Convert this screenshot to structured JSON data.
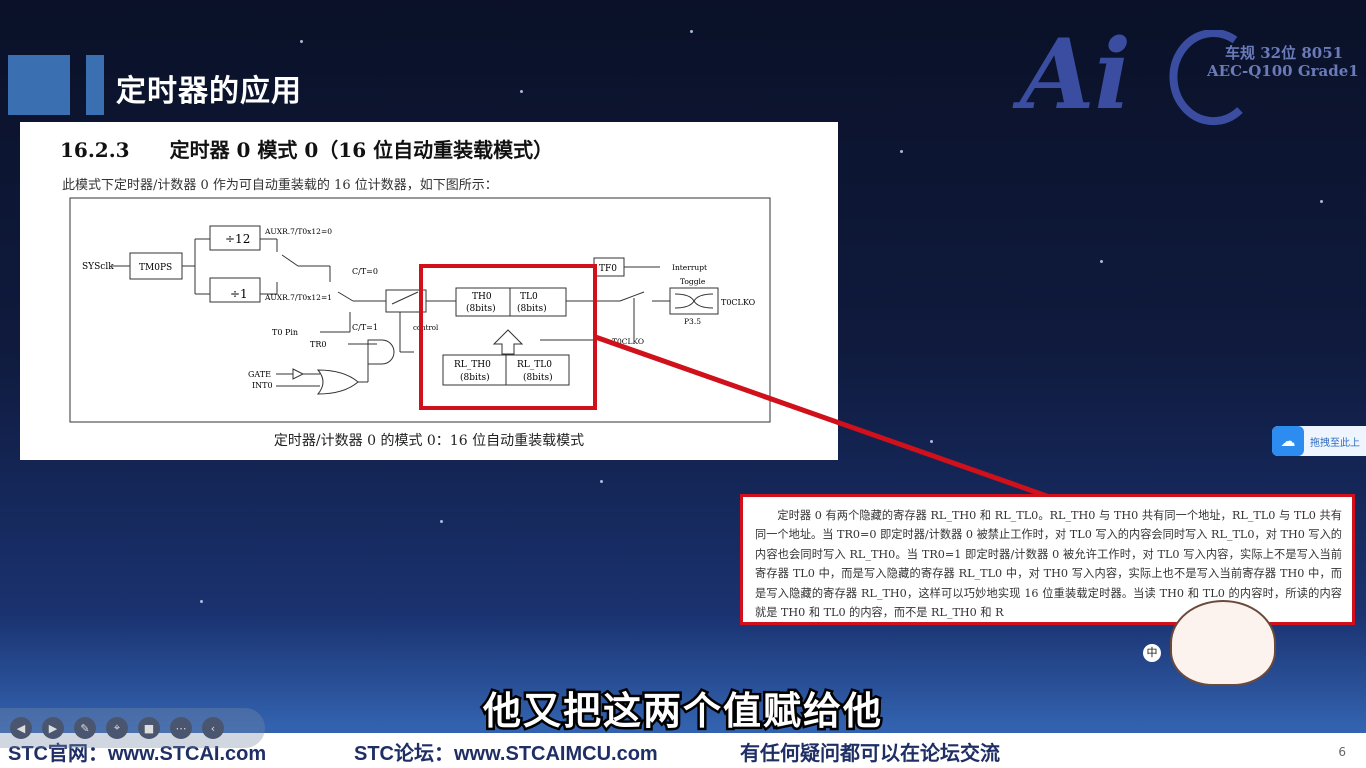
{
  "slide": {
    "title": "定时器的应用",
    "page": "6"
  },
  "logo": {
    "mark": "Ai",
    "line1": "车规 32位 8051",
    "line2": "AEC-Q100 Grade1"
  },
  "doc": {
    "heading": "16.2.3　　定时器 0 模式 0（16 位自动重装载模式）",
    "intro": "此模式下定时器/计数器 0 作为可自动重装载的 16 位计数器，如下图所示：",
    "caption": "定时器/计数器 0 的模式 0：16 位自动重装载模式",
    "diagram": {
      "sysclk": "SYSclk",
      "tm0ps": "TM0PS",
      "div12": "÷12",
      "div1": "÷1",
      "auxr0": "AUXR.7/T0x12=0",
      "auxr1": "AUXR.7/T0x12=1",
      "ct0": "C/T=0",
      "ct1": "C/T=1",
      "t0pin": "T0 Pin",
      "tr0": "TR0",
      "gate": "GATE",
      "int0": "INT0",
      "control": "control",
      "th0": "TH0",
      "tl0": "TL0",
      "bits": "(8bits)",
      "rlth0": "RL_TH0",
      "rltl0": "RL_TL0",
      "tf0": "TF0",
      "interrupt": "Interrupt",
      "toggle": "Toggle",
      "t0clko": "T0CLKO",
      "p35": "P3.5",
      "t0clko2": "T0CLKO"
    }
  },
  "popup": {
    "text": "定时器 0 有两个隐藏的寄存器 RL_TH0 和 RL_TL0。RL_TH0 与 TH0 共有同一个地址，RL_TL0 与 TL0 共有同一个地址。当 TR0=0 即定时器/计数器 0 被禁止工作时，对 TL0 写入的内容会同时写入 RL_TL0，对 TH0 写入的内容也会同时写入 RL_TH0。当 TR0=1 即定时器/计数器 0 被允许工作时，对 TL0 写入内容，实际上不是写入当前寄存器 TL0 中，而是写入隐藏的寄存器 RL_TL0 中，对 TH0 写入内容，实际上也不是写入当前寄存器 TH0 中，而是写入隐藏的寄存器 RL_TH0，这样可以巧妙地实现 16 位重装载定时器。当读 TH0 和 TL0 的内容时，所读的内容就是 TH0 和 TL0 的内容，而不是 RL_TH0 和 R"
  },
  "upload": {
    "icon": "cloud-upload-icon",
    "label": "拖拽至此上"
  },
  "ime": {
    "label": "中"
  },
  "subtitle": "他又把这两个值赋给他",
  "footer": {
    "site": "STC官网：www.STCAI.com",
    "forum": "STC论坛：www.STCAIMCU.com",
    "note": "有任何疑问都可以在论坛交流"
  },
  "controls": [
    "prev-icon",
    "next-icon",
    "pen-icon",
    "screenshot-icon",
    "camera-icon",
    "more-icon",
    "collapse-icon"
  ],
  "colors": {
    "highlight": "#d0101a",
    "title_block": "#3a70b2",
    "footer_text": "#1f2f66"
  }
}
